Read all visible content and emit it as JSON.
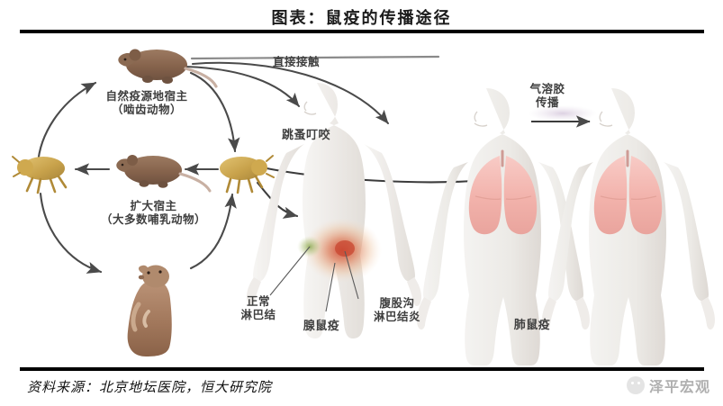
{
  "figure": {
    "title": "图表：鼠疫的传播途径",
    "source_note": "资料来源：北京地坛医院，恒大研究院",
    "watermark": "泽平宏观",
    "watermark_logo_icon": "smiley-face-icon"
  },
  "diagram": {
    "labels": {
      "natural_host": "自然疫源地宿主\n（啮齿动物）",
      "amplifying_host": "扩大宿主\n（大多数哺乳动物）",
      "direct_contact": "直接接触",
      "flea_bite": "跳蚤叮咬",
      "aerosol": "气溶胶\n传播",
      "normal_lymph_node": "正常\n淋巴结",
      "bubonic_plague": "腺鼠疫",
      "inguinal_lymphadenitis": "腹股沟\n淋巴结炎",
      "pneumonic_plague": "肺鼠疫"
    },
    "figures": {
      "rat_top": "rat-icon",
      "rat_middle": "rat-icon",
      "flea_left": "flea-icon",
      "flea_right": "flea-icon",
      "prairie_dog": "prairie-dog-icon",
      "human_bubonic": "human-body-icon",
      "human_pneumonic_left": "human-body-icon",
      "human_pneumonic_right": "human-body-icon",
      "lungs_left": "lungs-icon",
      "lungs_right": "lungs-icon"
    },
    "colors": {
      "arrow": "#4a4a4a",
      "rat_body": "#8a6a54",
      "flea_body": "#c9a martial",
      "flea": "#c8a24b",
      "prairie_dog": "#a0765c",
      "human_silhouette": "#eceae8",
      "lung_pink": "#f2b3ae",
      "inflamed_red": "#d9513c",
      "normal_node_green": "#7f9a4d",
      "aerosol_cloud": "#cfc3d4",
      "rule": "#000000"
    }
  }
}
